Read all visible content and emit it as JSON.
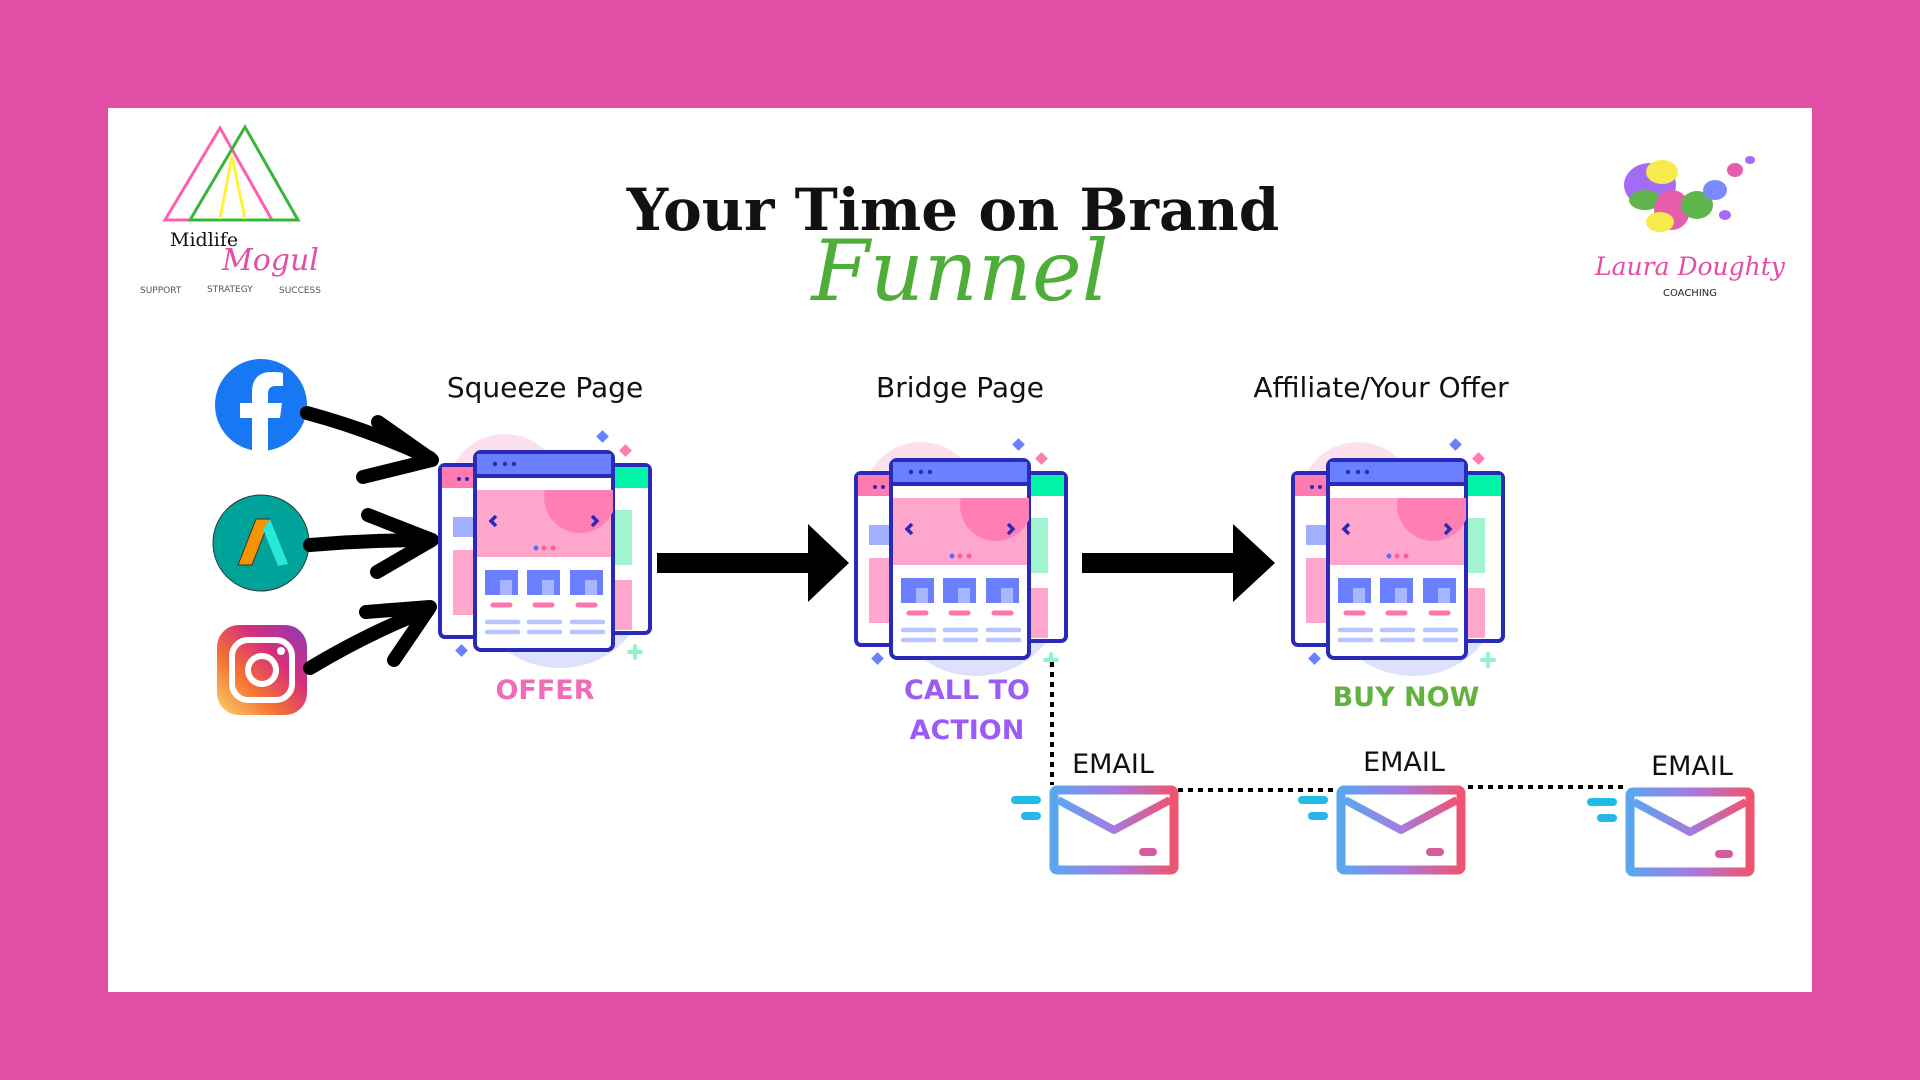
{
  "header": {
    "title": "Your Time on Brand",
    "subtitle": "Funnel"
  },
  "logo_left": {
    "line1": "Midlife",
    "line2": "Mogul",
    "tagline": [
      "SUPPORT",
      "STRATEGY",
      "SUCCESS"
    ]
  },
  "logo_right": {
    "name": "Laura Doughty",
    "sub": "COACHING"
  },
  "sources": [
    {
      "icon": "facebook-icon"
    },
    {
      "icon": "aweber-a-icon"
    },
    {
      "icon": "instagram-icon"
    }
  ],
  "stages": [
    {
      "label": "Squeeze Page",
      "cta": [
        "OFFER"
      ],
      "cta_color": "#f06bb8"
    },
    {
      "label": "Bridge Page",
      "cta": [
        "CALL TO",
        "ACTION"
      ],
      "cta_color": "#9b5cf6"
    },
    {
      "label": "Affiliate/Your Offer",
      "cta": [
        "BUY NOW"
      ],
      "cta_color": "#62b33d"
    }
  ],
  "emails": [
    {
      "label": "EMAIL"
    },
    {
      "label": "EMAIL"
    },
    {
      "label": "EMAIL"
    }
  ],
  "colors": {
    "frame": "#e150a6",
    "accent_green": "#4fae3a",
    "window_stroke": "#2a2ab8"
  }
}
